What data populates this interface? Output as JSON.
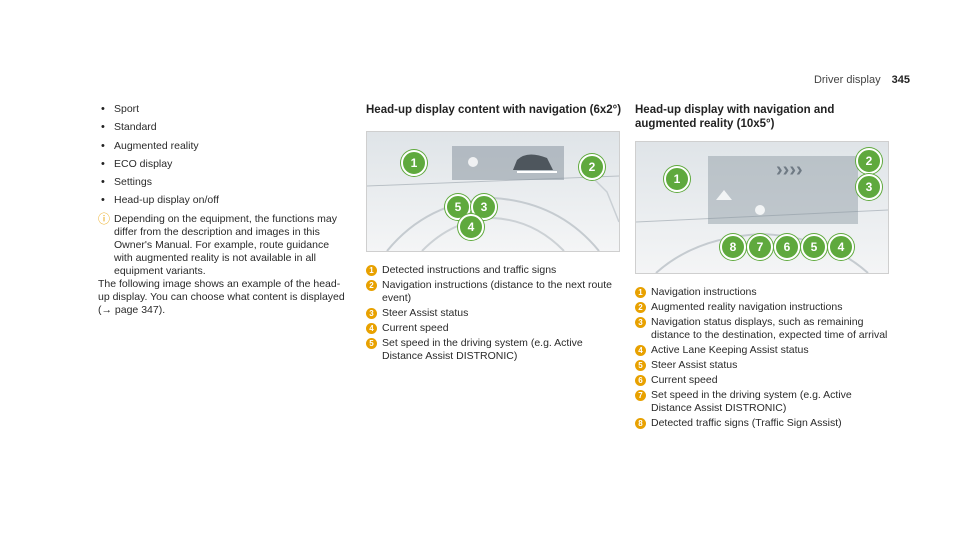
{
  "header": {
    "title": "Driver display",
    "page": "345"
  },
  "col1": {
    "bullets": [
      "Sport",
      "Standard",
      "Augmented reality",
      "ECO display",
      "Settings",
      "Head-up display on/off"
    ],
    "note": "Depending on the equipment, the functions may differ from the description and images in this Owner's Manual. For example, route guid­ance with augmented reality is not available in all equipment variants.",
    "para": "The following image shows an example of the head-up display. You can choose what content is displayed (→ page 347)."
  },
  "col2": {
    "heading": "Head-up display content with navigation (6x2°)",
    "legend": [
      {
        "n": "1",
        "text": "Detected instructions and traffic signs"
      },
      {
        "n": "2",
        "text": "Navigation instructions (distance to the next route event)"
      },
      {
        "n": "3",
        "text": "Steer Assist status"
      },
      {
        "n": "4",
        "text": "Current speed"
      },
      {
        "n": "5",
        "text": "Set speed in the driving system (e.g. Active Distance Assist DISTRONIC)"
      }
    ],
    "figure_callouts": [
      "1",
      "2",
      "5",
      "3",
      "4"
    ]
  },
  "col3": {
    "heading": "Head-up display with navigation and augmented reality (10x5°)",
    "legend": [
      {
        "n": "1",
        "text": "Navigation instructions"
      },
      {
        "n": "2",
        "text": "Augmented reality navigation instructions"
      },
      {
        "n": "3",
        "text": "Navigation status displays, such as remaining distance to the destination, expected time of arrival"
      },
      {
        "n": "4",
        "text": "Active Lane Keeping Assist status"
      },
      {
        "n": "5",
        "text": "Steer Assist status"
      },
      {
        "n": "6",
        "text": "Current speed"
      },
      {
        "n": "7",
        "text": "Set speed in the driving system (e.g. Active Distance Assist DISTRONIC)"
      },
      {
        "n": "8",
        "text": "Detected traffic signs (Traffic Sign Assist)"
      }
    ],
    "figure_callouts": [
      "1",
      "2",
      "3",
      "8",
      "7",
      "6",
      "5",
      "4"
    ]
  },
  "colors": {
    "callout": "#5fa93d",
    "legend_number": "#e8a100",
    "note_icon": "#e8a100"
  }
}
